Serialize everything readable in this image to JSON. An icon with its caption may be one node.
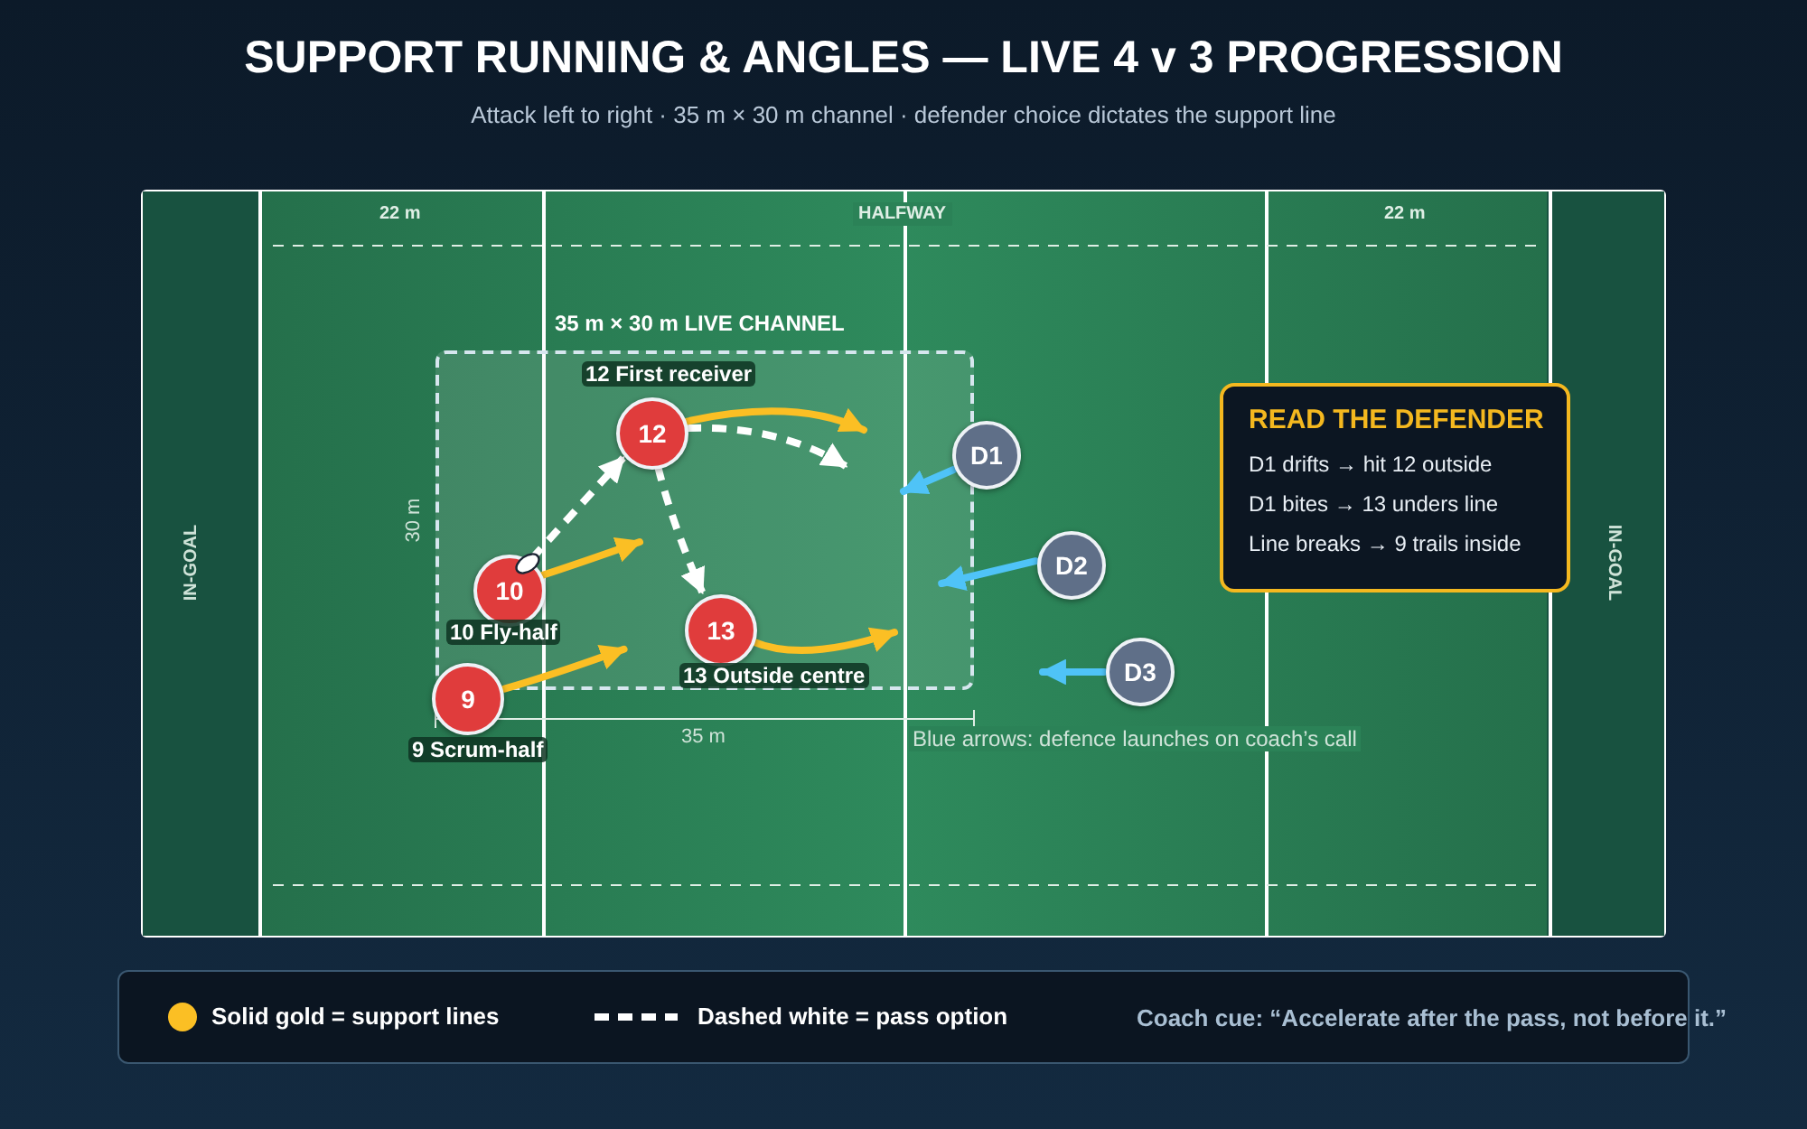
{
  "diagram": {
    "title": "SUPPORT RUNNING & ANGLES — LIVE 4 v 3 PROGRESSION",
    "caption": "Attack left to right · 35 m × 30 m channel · defender choice dictates the support line",
    "nodes": [
      {
        "text": [
          "35 m × 30 m LIVE CHANNEL"
        ]
      },
      {
        "text": [
          "12"
        ],
        "in": 0,
        "beside": [
          "12 First receiver"
        ]
      },
      {
        "text": [
          "10"
        ],
        "in": 0,
        "beside": [
          "10 Fly-half"
        ]
      },
      {
        "text": [
          "13"
        ],
        "in": 0,
        "beside": [
          "13 Outside centre"
        ]
      },
      {
        "text": [
          "9"
        ],
        "beside": [
          "9 Scrum-half"
        ]
      },
      {
        "text": [
          "D1"
        ]
      },
      {
        "text": [
          "D2"
        ]
      },
      {
        "text": [
          "D3"
        ]
      },
      {
        "text": [
          "READ THE DEFENDER",
          "D1 drifts → hit 12 outside",
          "D1 bites → 13 unders line",
          "Line breaks → 9 trails inside"
        ]
      }
    ],
    "edges": [
      {
        "from": 2,
        "to": 1,
        "arrow": "to",
        "style": "dashed",
        "color": "#ffffff"
      },
      {
        "from": 1,
        "to": 3,
        "arrow": "to",
        "style": "dashed",
        "color": "#ffffff"
      },
      {
        "from": 1,
        "to": null,
        "arrow": "to",
        "style": "dashed",
        "color": "#ffffff"
      },
      {
        "from": 2,
        "to": null,
        "arrow": "to"
      },
      {
        "from": 1,
        "to": null,
        "arrow": "to"
      },
      {
        "from": 3,
        "to": null,
        "arrow": "to"
      },
      {
        "from": 4,
        "to": 0,
        "arrow": "to"
      },
      {
        "from": 5,
        "to": null,
        "arrow": "to",
        "color": "#4fc3f7"
      },
      {
        "from": 6,
        "to": 0,
        "arrow": "to",
        "color": "#4fc3f7"
      },
      {
        "from": 7,
        "to": null,
        "arrow": "to",
        "color": "#4fc3f7"
      }
    ],
    "labels": [
      "22 m",
      "HALFWAY",
      "22 m",
      "IN-GOAL",
      "IN-GOAL",
      "30 m",
      "35 m",
      "Blue arrows: defence launches on coach’s call",
      "Coach cue: “Accelerate after the pass, not before it.”"
    ],
    "legend": [
      {
        "text": "Solid gold = support lines",
        "color": "#fbbf24"
      },
      {
        "text": "Dashed white = pass option"
      }
    ]
  }
}
